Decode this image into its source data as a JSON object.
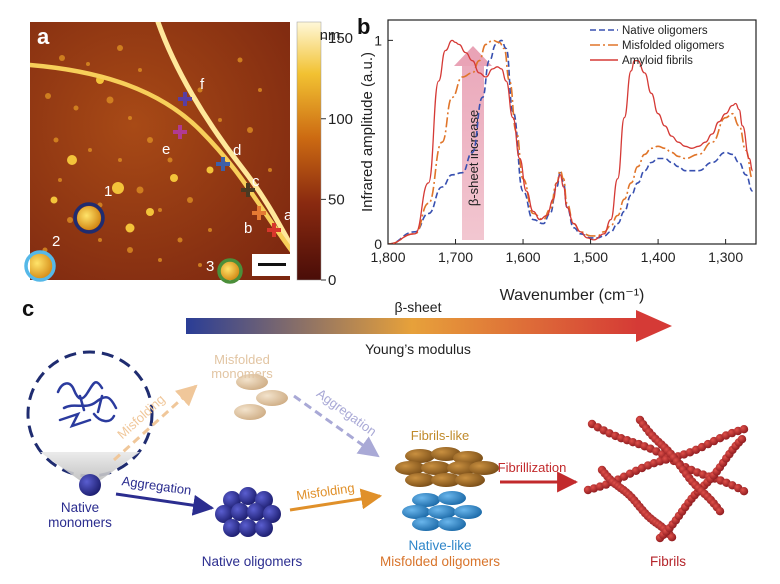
{
  "panel_a": {
    "label": "a",
    "colorbar": {
      "unit": "nm",
      "ticks": [
        "150",
        "100",
        "50",
        "0"
      ],
      "range": [
        0,
        160
      ]
    },
    "markers": [
      {
        "letter": "a",
        "color": "#d7362b"
      },
      {
        "letter": "b",
        "color": "#e57a33"
      },
      {
        "letter": "c",
        "color": "#4a3a22"
      },
      {
        "letter": "d",
        "color": "#3d5fa8"
      },
      {
        "letter": "e",
        "color": "#b13a91"
      },
      {
        "letter": "f",
        "color": "#5a3ea2"
      }
    ],
    "circles": [
      {
        "num": "1",
        "color": "#1f2c70"
      },
      {
        "num": "2",
        "color": "#55b8e8"
      },
      {
        "num": "3",
        "color": "#4b8f3a"
      }
    ]
  },
  "panel_b": {
    "label": "b",
    "chart_data": {
      "type": "line",
      "xlabel": "Wavenumber (cm⁻¹)",
      "ylabel": "Infrared amplitude (a.u.)",
      "x_ticks": [
        "1,800",
        "1,700",
        "1,600",
        "1,500",
        "1,400",
        "1,300"
      ],
      "y_ticks": [
        "0",
        "1"
      ],
      "xlim": [
        1800,
        1255
      ],
      "ylim": [
        0,
        1.1
      ],
      "legend_position": "top-right",
      "annotation": "β-sheet increase",
      "series": [
        {
          "name": "Native oligomers",
          "color": "#3850b0",
          "dash": "6,3",
          "x": [
            1800,
            1760,
            1740,
            1720,
            1705,
            1690,
            1675,
            1660,
            1650,
            1640,
            1632,
            1625,
            1615,
            1600,
            1585,
            1570,
            1560,
            1550,
            1545,
            1540,
            1535,
            1525,
            1515,
            1500,
            1490,
            1480,
            1470,
            1460,
            1450,
            1440,
            1430,
            1420,
            1410,
            1400,
            1390,
            1380,
            1370,
            1360,
            1340,
            1320,
            1300,
            1290,
            1280,
            1270,
            1260
          ],
          "y": [
            0.0,
            0.06,
            0.15,
            0.28,
            0.34,
            0.35,
            0.45,
            0.72,
            0.9,
            0.98,
            1.0,
            0.96,
            0.65,
            0.26,
            0.12,
            0.1,
            0.15,
            0.28,
            0.35,
            0.3,
            0.18,
            0.08,
            0.05,
            0.03,
            0.03,
            0.04,
            0.06,
            0.1,
            0.16,
            0.24,
            0.3,
            0.36,
            0.4,
            0.42,
            0.42,
            0.4,
            0.38,
            0.36,
            0.36,
            0.4,
            0.45,
            0.44,
            0.4,
            0.34,
            0.26
          ]
        },
        {
          "name": "Misfolded oligomers",
          "color": "#e0752a",
          "dash": "10,3,2,3",
          "x": [
            1800,
            1760,
            1740,
            1720,
            1705,
            1690,
            1675,
            1665,
            1655,
            1645,
            1635,
            1628,
            1620,
            1610,
            1600,
            1585,
            1570,
            1560,
            1550,
            1545,
            1540,
            1535,
            1525,
            1515,
            1500,
            1490,
            1480,
            1470,
            1460,
            1450,
            1440,
            1430,
            1420,
            1410,
            1400,
            1390,
            1380,
            1370,
            1360,
            1340,
            1320,
            1300,
            1290,
            1280,
            1270,
            1260
          ],
          "y": [
            0.0,
            0.05,
            0.2,
            0.5,
            0.72,
            0.82,
            0.84,
            0.9,
            0.98,
            1.0,
            0.99,
            0.96,
            0.8,
            0.55,
            0.32,
            0.15,
            0.12,
            0.17,
            0.3,
            0.36,
            0.32,
            0.2,
            0.1,
            0.06,
            0.04,
            0.04,
            0.06,
            0.09,
            0.14,
            0.22,
            0.3,
            0.38,
            0.44,
            0.47,
            0.48,
            0.47,
            0.45,
            0.43,
            0.42,
            0.44,
            0.5,
            0.62,
            0.64,
            0.58,
            0.46,
            0.32
          ]
        },
        {
          "name": "Amyloid fibrils",
          "color": "#d53a36",
          "dash": "",
          "x": [
            1800,
            1760,
            1740,
            1725,
            1715,
            1705,
            1700,
            1695,
            1685,
            1675,
            1665,
            1655,
            1645,
            1638,
            1632,
            1625,
            1615,
            1605,
            1595,
            1585,
            1575,
            1565,
            1555,
            1550,
            1545,
            1540,
            1535,
            1525,
            1515,
            1505,
            1495,
            1480,
            1470,
            1460,
            1450,
            1440,
            1435,
            1430,
            1420,
            1410,
            1400,
            1390,
            1380,
            1370,
            1360,
            1350,
            1340,
            1330,
            1320,
            1310,
            1300,
            1290,
            1285,
            1280,
            1275,
            1265,
            1260
          ],
          "y": [
            0.0,
            0.05,
            0.3,
            0.8,
            0.95,
            1.0,
            0.99,
            0.98,
            0.94,
            0.9,
            0.84,
            0.82,
            0.86,
            0.87,
            0.86,
            0.8,
            0.62,
            0.42,
            0.26,
            0.16,
            0.12,
            0.14,
            0.22,
            0.3,
            0.34,
            0.28,
            0.18,
            0.1,
            0.06,
            0.03,
            0.02,
            0.05,
            0.12,
            0.32,
            0.62,
            0.85,
            0.9,
            0.9,
            0.84,
            0.74,
            0.64,
            0.58,
            0.53,
            0.5,
            0.48,
            0.47,
            0.48,
            0.5,
            0.54,
            0.6,
            0.64,
            0.68,
            0.69,
            0.66,
            0.58,
            0.42,
            0.36
          ]
        }
      ]
    }
  },
  "panel_c": {
    "label": "c",
    "gradient": {
      "top_label": "β-sheet",
      "bottom_label": "Young’s modulus",
      "start_color": "#2a3d96",
      "mid_color": "#e7a13a",
      "end_color": "#d53a36"
    },
    "native_monomers": "Native\nmonomers",
    "misfolded_monomers": "Misfolded\nmonomers",
    "native_oligomers": "Native oligomers",
    "fibrils_like": "Fibrils-like",
    "native_like": "Native-like",
    "misfolded_oligomers": "Misfolded oligomers",
    "fibrils": "Fibrils",
    "arrows": {
      "misfolding_top": "Misfolding",
      "aggregation_top": "Aggregation",
      "aggregation_bottom": "Aggregation",
      "misfolding_bottom": "Misfolding",
      "fibrillization": "Fibrillization"
    },
    "colors": {
      "native": "#2b2d8f",
      "misfolded_mono": "#e2c5a3",
      "fibrils_like": "#9d6a22",
      "native_like": "#2f86c9",
      "misfolded_text": "#d8742b",
      "fibril_red": "#b5242a",
      "agg_light": "#a9a9d6"
    }
  }
}
